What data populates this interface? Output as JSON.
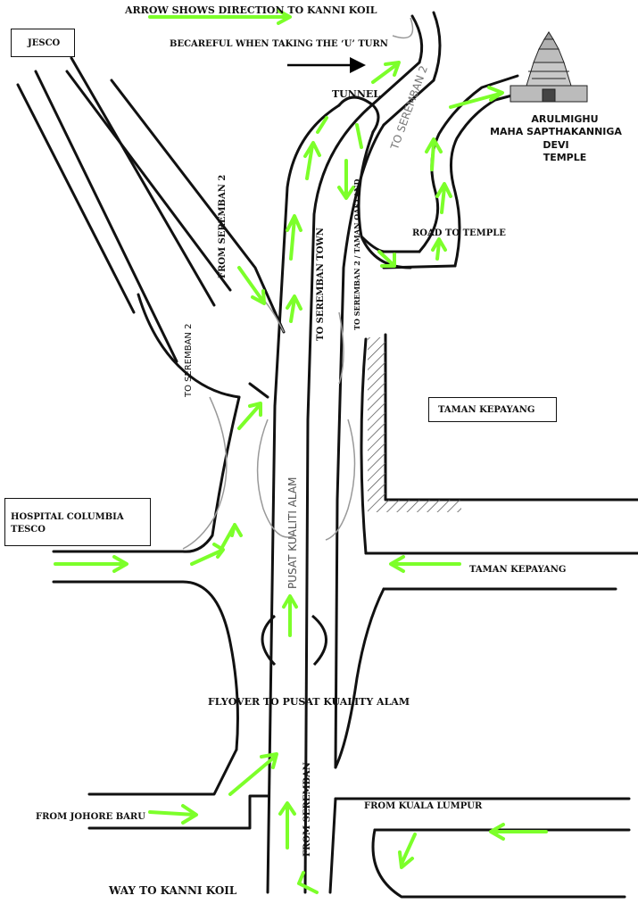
{
  "header": {
    "direction_note": "ARROW SHOWS DIRECTION TO KANNI KOIL",
    "uturn_note": "BECAREFUL WHEN TAKING THE ‘U’ TURN"
  },
  "places": {
    "jesco": "JESCO",
    "tunnel": "TUNNEL",
    "temple_line1": "ARULMIGHU",
    "temple_line2": "MAHA SAPTHAKANNIGA DEVI",
    "temple_line3": "TEMPLE",
    "road_to_temple": "ROAD TO TEMPLE",
    "taman_kepayang_box": "TAMAN KEPAYANG",
    "hospital_line1": "HOSPITAL COLUMBIA",
    "hospital_line2": "TESCO",
    "taman_kepayang_road": "TAMAN KEPAYANG",
    "flyover": "FLYOVER TO PUSAT KUALITY ALAM",
    "from_johore": "FROM JOHORE BARU",
    "from_kl": "FROM KUALA LUMPUR",
    "way_to_kanni": "WAY TO KANNI KOIL"
  },
  "roads": {
    "to_seremban2_top": "TO SEREMBAN 2",
    "from_seremban2": "FROM SEREMBAN 2",
    "to_seremban2_left": "TO SEREMBAN 2",
    "to_seremban_town": "TO SEREMBAN TOWN",
    "to_seremban2_oakland": "TO SEREMBAN 2 / TAMAN OAKLAND",
    "pusat_kualiti": "PUSAT KUALITI ALAM",
    "from_seremban": "FROM SEREMBAN"
  },
  "colors": {
    "arrow": "#7cff2a",
    "road": "#111111",
    "ramp": "#999999"
  },
  "icons": {
    "temple": "temple-gopuram-icon",
    "uturn_arrow": "black-arrow-right-icon"
  }
}
